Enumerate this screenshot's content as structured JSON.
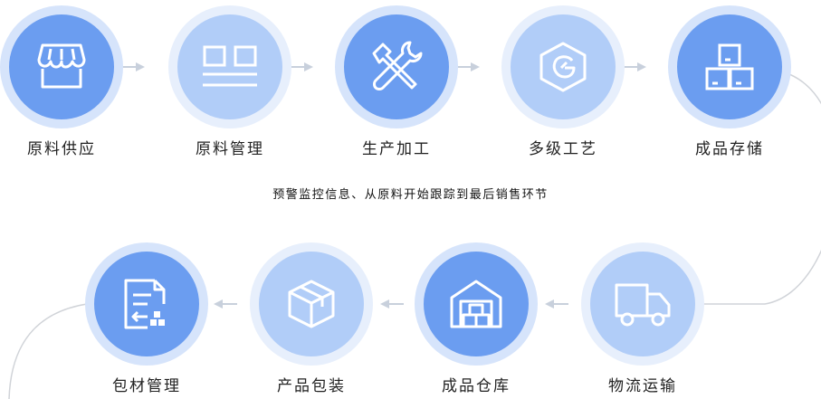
{
  "caption": "预警监控信息、从原料开始跟踪到最后销售环节",
  "colors": {
    "dark_ring": "#d6e4fb",
    "dark_core": "#6b9df0",
    "light_ring": "#e7effc",
    "light_core": "#b1cdf8",
    "arrow": "#c8d0dc",
    "curve": "#d0d3d8",
    "label": "#222222"
  },
  "steps_row1": [
    {
      "label": "原料供应",
      "icon": "storefront-icon",
      "tone": "dark"
    },
    {
      "label": "原料管理",
      "icon": "grid-list-icon",
      "tone": "light"
    },
    {
      "label": "生产加工",
      "icon": "hammer-wrench-icon",
      "tone": "dark"
    },
    {
      "label": "多级工艺",
      "icon": "hexagon-logo-icon",
      "tone": "light"
    },
    {
      "label": "成品存储",
      "icon": "stacked-boxes-icon",
      "tone": "dark"
    }
  ],
  "steps_row2": [
    {
      "label": "物流运输",
      "icon": "truck-icon",
      "tone": "light"
    },
    {
      "label": "成品仓库",
      "icon": "warehouse-icon",
      "tone": "dark"
    },
    {
      "label": "产品包装",
      "icon": "package-box-icon",
      "tone": "light"
    },
    {
      "label": "包材管理",
      "icon": "document-list-icon",
      "tone": "dark"
    }
  ]
}
